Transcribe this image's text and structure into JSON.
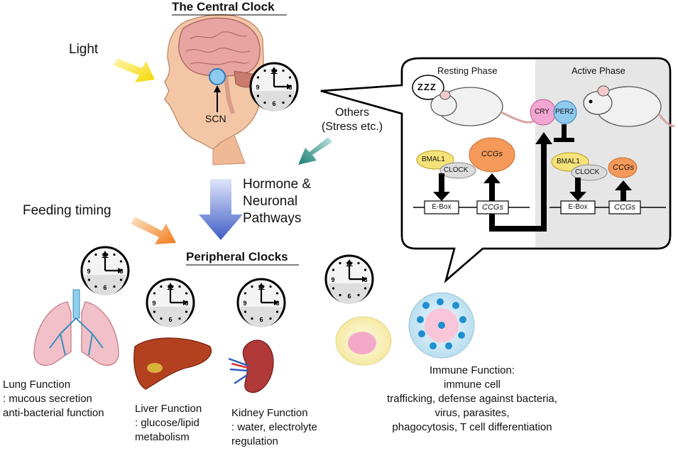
{
  "titles": {
    "central": "The Central Clock",
    "peripheral": "Peripheral Clocks"
  },
  "inputs": {
    "light": "Light",
    "feeding": "Feeding timing",
    "others_line1": "Others",
    "others_line2": "(Stress etc.)"
  },
  "brain": {
    "scn": "SCN"
  },
  "pathway": {
    "line1": "Hormone &",
    "line2": "Neuronal",
    "line3": "Pathways"
  },
  "clock_face": {
    "n12": "12",
    "n3": "3",
    "n6": "6",
    "n9": "9"
  },
  "bubble": {
    "resting": "Resting Phase",
    "active": "Active Phase",
    "sleep": "ZZZ",
    "bmal1": "BMAL1",
    "clock": "CLOCK",
    "ebox": "E-Box",
    "ccgs": "CCGs",
    "cry": "CRY",
    "per2": "PER2"
  },
  "functions": {
    "lung": {
      "line1": "Lung Function",
      "line2": ": mucous secretion",
      "line3": "anti-bacterial function"
    },
    "liver": {
      "line1": "Liver Function",
      "line2": ": glucose/lipid",
      "line3": "metabolism"
    },
    "kidney": {
      "line1": "Kidney Function",
      "line2": ": water, electrolyte",
      "line3": "regulation"
    },
    "immune": {
      "line1": "Immune Function:",
      "line2": "immune cell",
      "line3": "trafficking, defense against bacteria,",
      "line4": "virus, parasites,",
      "line5": "phagocytosis, T cell differentiation"
    }
  },
  "colors": {
    "light_arrow": "#f5d800",
    "feeding_arrow": "#f27a1a",
    "others_arrow": "#1a7f74",
    "pathway_arrow": "#4a67c9",
    "bubble_active_bg": "#e6e6e6",
    "bmal1": "#f7e27a",
    "clock_protein": "#dcdcdc",
    "ccgs": "#f59a5a",
    "cry": "#f3a6d2",
    "per2": "#8ec9ee",
    "scn": "#8ec9ee"
  }
}
